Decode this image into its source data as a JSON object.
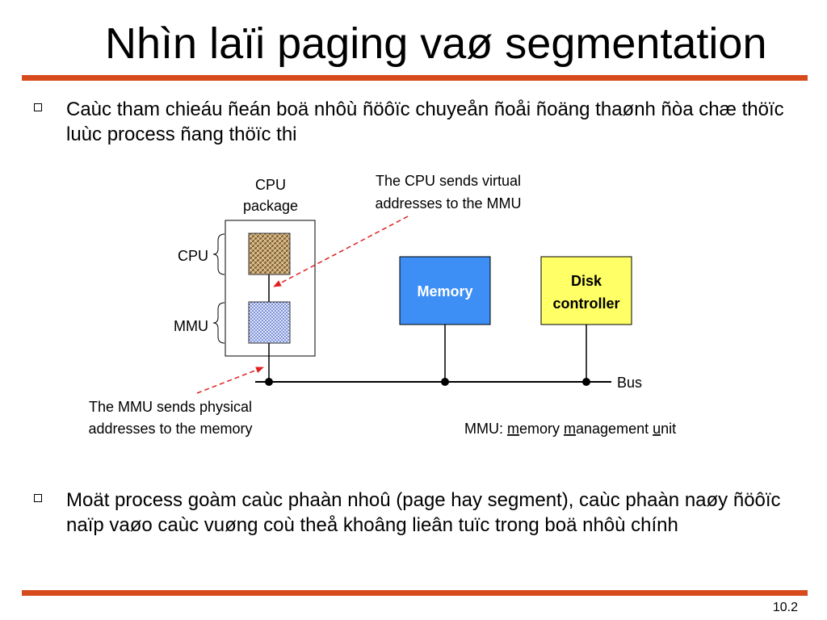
{
  "slide": {
    "title": "Nhìn laïi paging vaø segmentation",
    "bullets": [
      {
        "text": "Caùc tham chieáu ñeán boä nhôù ñöôïc chuyeån ñoåi ñoäng thaønh ñòa chæ thöïc luùc process ñang thöïc thi"
      },
      {
        "text": "Moät process goàm caùc phaàn nhoû (page hay segment), caùc phaàn naøy ñöôïc naïp vaøo caùc vuøng coù theå khoâng lieân tuïc trong boä nhôù chính"
      }
    ],
    "page_number": "10.2"
  },
  "diagram": {
    "cpu_package_label": [
      "CPU",
      "package"
    ],
    "cpu_label": "CPU",
    "mmu_label": "MMU",
    "memory_label": "Memory",
    "disk_label": [
      "Disk",
      "controller"
    ],
    "bus_label": "Bus",
    "cpu_note": [
      "The CPU sends virtual",
      "addresses to the MMU"
    ],
    "mmu_note": [
      "The MMU sends physical",
      "addresses to the memory"
    ],
    "legend": {
      "prefix": "MMU: ",
      "m1": "m",
      "r1": "emory ",
      "m2": "m",
      "r2": "anagement ",
      "u": "u",
      "r3": "nit"
    },
    "colors": {
      "memory": "#3d8ef5",
      "disk": "#ffff66",
      "arrow": "#e02020",
      "rule": "#d74a1c"
    }
  }
}
